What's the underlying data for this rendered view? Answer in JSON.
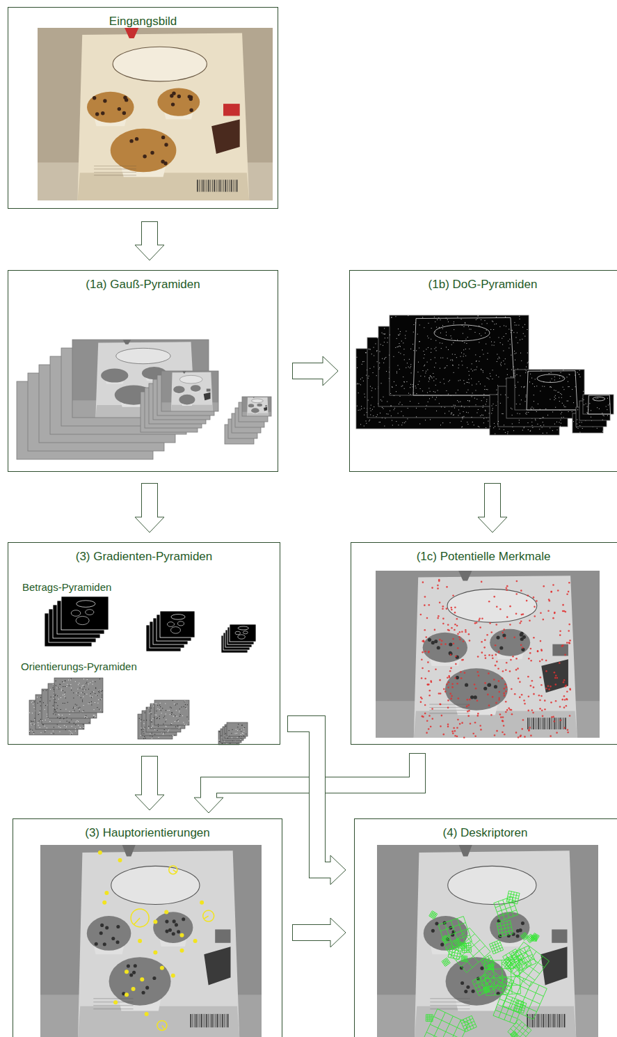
{
  "diagram": {
    "nodes": [
      {
        "text": [
          "Eingangsbild"
        ]
      },
      {
        "text": [
          "(1a) Gauß-Pyramiden"
        ]
      },
      {
        "text": [
          "(1b) DoG-Pyramiden"
        ]
      },
      {
        "text": [
          "(3) Gradienten-Pyramiden",
          "Betrags-Pyramiden",
          "Orientierungs-Pyramiden"
        ]
      },
      {
        "text": [
          "(1c) Potentielle Merkmale"
        ]
      },
      {
        "text": [
          "(3) Hauptorientierungen"
        ]
      },
      {
        "text": [
          "(4) Deskriptoren"
        ]
      }
    ],
    "edges": [
      {
        "from": 0,
        "to": 1,
        "arrow": "to"
      },
      {
        "from": 1,
        "to": 2,
        "arrow": "to"
      },
      {
        "from": 1,
        "to": 3,
        "arrow": "to"
      },
      {
        "from": 2,
        "to": 4,
        "arrow": "to"
      },
      {
        "from": 4,
        "to": 5,
        "arrow": "to"
      },
      {
        "from": 3,
        "to": 5,
        "arrow": "to"
      },
      {
        "from": 3,
        "to": 6,
        "arrow": "to"
      },
      {
        "from": 5,
        "to": 6,
        "arrow": "to"
      }
    ]
  }
}
